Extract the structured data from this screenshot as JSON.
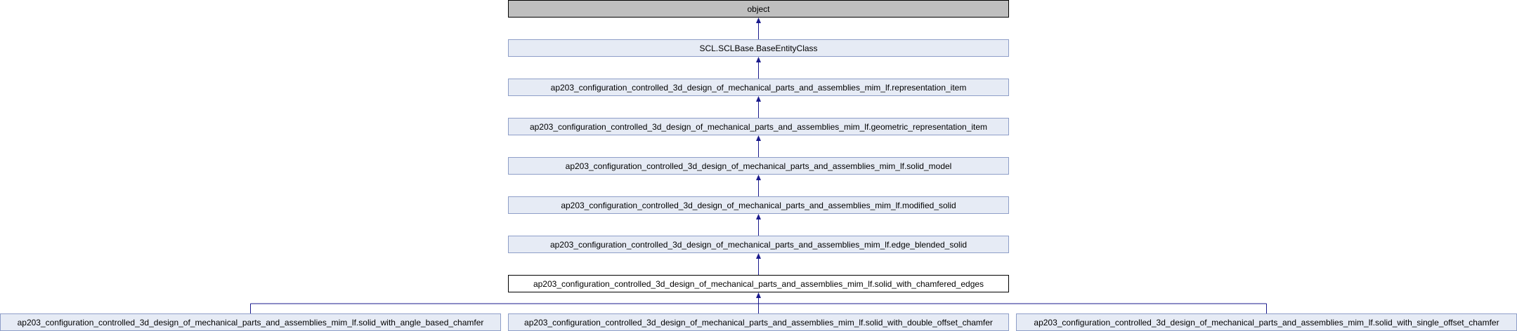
{
  "diagram": {
    "nodes": {
      "object": "object",
      "base_entity_class": "SCL.SCLBase.BaseEntityClass",
      "representation_item": "ap203_configuration_controlled_3d_design_of_mechanical_parts_and_assemblies_mim_lf.representation_item",
      "geometric_representation_item": "ap203_configuration_controlled_3d_design_of_mechanical_parts_and_assemblies_mim_lf.geometric_representation_item",
      "solid_model": "ap203_configuration_controlled_3d_design_of_mechanical_parts_and_assemblies_mim_lf.solid_model",
      "modified_solid": "ap203_configuration_controlled_3d_design_of_mechanical_parts_and_assemblies_mim_lf.modified_solid",
      "edge_blended_solid": "ap203_configuration_controlled_3d_design_of_mechanical_parts_and_assemblies_mim_lf.edge_blended_solid",
      "solid_with_chamfered_edges": "ap203_configuration_controlled_3d_design_of_mechanical_parts_and_assemblies_mim_lf.solid_with_chamfered_edges",
      "solid_with_angle_based_chamfer": "ap203_configuration_controlled_3d_design_of_mechanical_parts_and_assemblies_mim_lf.solid_with_angle_based_chamfer",
      "solid_with_double_offset_chamfer": "ap203_configuration_controlled_3d_design_of_mechanical_parts_and_assemblies_mim_lf.solid_with_double_offset_chamfer",
      "solid_with_single_offset_chamfer": "ap203_configuration_controlled_3d_design_of_mechanical_parts_and_assemblies_mim_lf.solid_with_single_offset_chamfer"
    },
    "colors": {
      "edge": "#1a1a8c",
      "node_fill": "#e6ebf5",
      "node_border": "#8e9ec8",
      "root_fill": "#bfbfbf",
      "current_fill": "#ffffff"
    }
  }
}
